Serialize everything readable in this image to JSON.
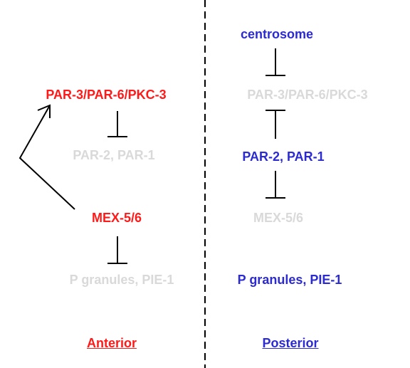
{
  "colors": {
    "active_anterior": "#ff1a1a",
    "active_posterior": "#2b2bd1",
    "inactive": "#d9d9d9",
    "line": "#000000"
  },
  "anterior": {
    "title": "Anterior",
    "par3_complex": "PAR-3/PAR-6/PKC-3",
    "par2_par1": "PAR-2, PAR-1",
    "mex56": "MEX-5/6",
    "p_granules": "P granules, PIE-1"
  },
  "posterior": {
    "title": "Posterior",
    "centrosome": "centrosome",
    "par3_complex": "PAR-3/PAR-6/PKC-3",
    "par2_par1": "PAR-2, PAR-1",
    "mex56": "MEX-5/6",
    "p_granules": "P granules, PIE-1"
  }
}
